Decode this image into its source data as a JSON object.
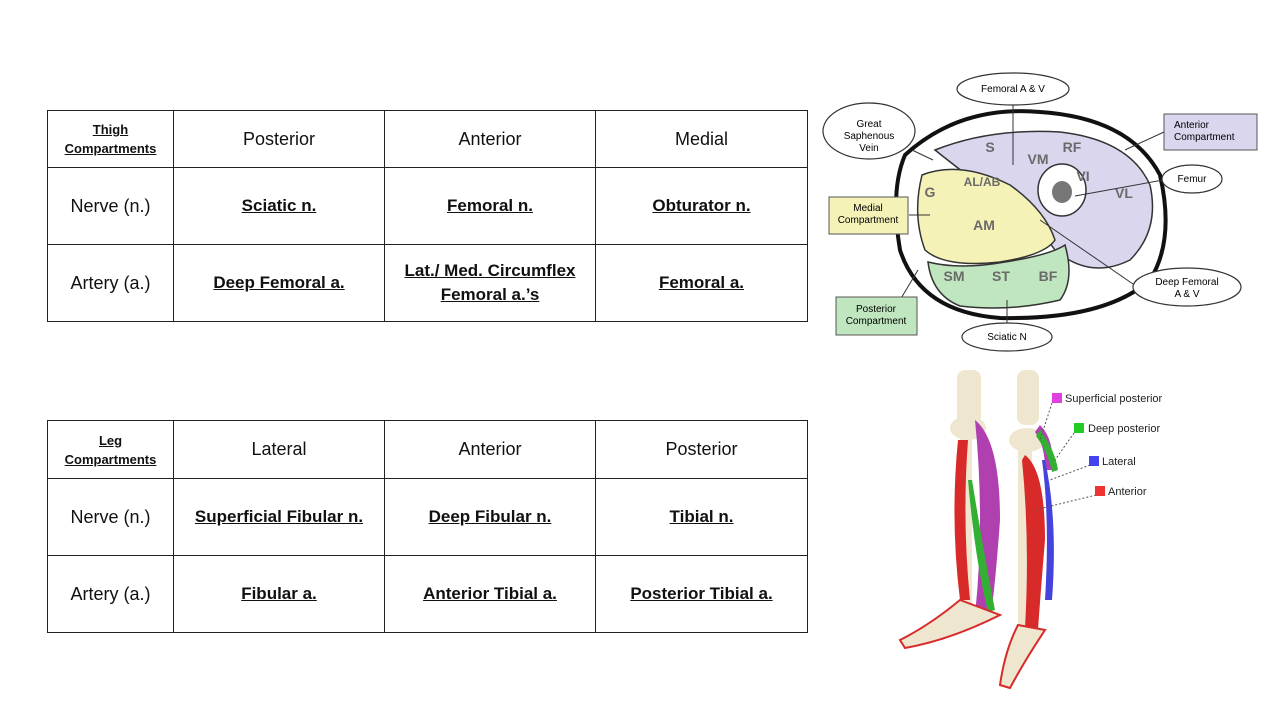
{
  "thigh_table": {
    "corner_line1": "Thigh",
    "corner_line2": "Compartments",
    "headers": [
      "Posterior",
      "Anterior",
      "Medial"
    ],
    "rows": [
      {
        "label": "Nerve  (n.)",
        "cells": [
          "Sciatic  n.",
          "Femoral  n.",
          "Obturator  n."
        ]
      },
      {
        "label": "Artery  (a.)",
        "cells": [
          "Deep Femoral  a.",
          "Lat./ Med. Circumflex Femoral a.’s",
          "Femoral  a."
        ]
      }
    ]
  },
  "leg_table": {
    "corner_line1": "Leg",
    "corner_line2": "Compartments",
    "headers": [
      "Lateral",
      "Anterior",
      "Posterior"
    ],
    "rows": [
      {
        "label": "Nerve  (n.)",
        "cells": [
          "Superficial  Fibular  n.",
          "Deep  Fibular  n.",
          "Tibial  n."
        ]
      },
      {
        "label": "Artery  (a.)",
        "cells": [
          "Fibular  a.",
          "Anterior  Tibial  a.",
          "Posterior  Tibial  a."
        ]
      }
    ]
  },
  "thigh_diagram": {
    "labels": {
      "femoral_av": "Femoral A & V",
      "gsv_1": "Great",
      "gsv_2": "Saphenous",
      "gsv_3": "Vein",
      "anterior_1": "Anterior",
      "anterior_2": "Compartment",
      "femur": "Femur",
      "medial_1": "Medial",
      "medial_2": "Compartment",
      "deep_femoral_1": "Deep Femoral",
      "deep_femoral_2": "A & V",
      "posterior_1": "Posterior",
      "posterior_2": "Compartment",
      "sciatic": "Sciatic N"
    },
    "muscles": [
      "S",
      "VM",
      "RF",
      "VI",
      "VL",
      "G",
      "AL/AB",
      "AM",
      "SM",
      "ST",
      "BF"
    ],
    "colors": {
      "anterior": "#d9d6ee",
      "medial": "#f5f2b8",
      "posterior": "#bfe6bf",
      "muscle_text": "#6a6a6a"
    }
  },
  "leg_diagram": {
    "legend": [
      {
        "label": "Superficial posterior",
        "color": "#e040e0"
      },
      {
        "label": "Deep posterior",
        "color": "#22cc22"
      },
      {
        "label": "Lateral",
        "color": "#4444ee"
      },
      {
        "label": "Anterior",
        "color": "#ee3333"
      }
    ]
  }
}
